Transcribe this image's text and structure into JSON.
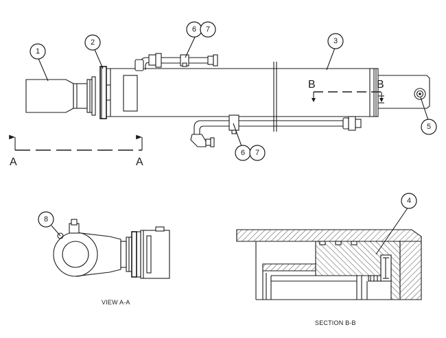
{
  "callouts": {
    "c1": "1",
    "c2": "2",
    "c3": "3",
    "c4": "4",
    "c5": "5",
    "c6_top": "6",
    "c7_top": "7",
    "c6_bottom": "6",
    "c7_bottom": "7",
    "c8": "8"
  },
  "section_markers": {
    "a_left": "A",
    "a_right": "A",
    "b_left": "B",
    "b_right": "B"
  },
  "captions": {
    "view_a": "VIEW A-A",
    "section_b": "SECTION B-B"
  },
  "style": {
    "line_color": "#1a1a1a",
    "background": "#ffffff"
  }
}
